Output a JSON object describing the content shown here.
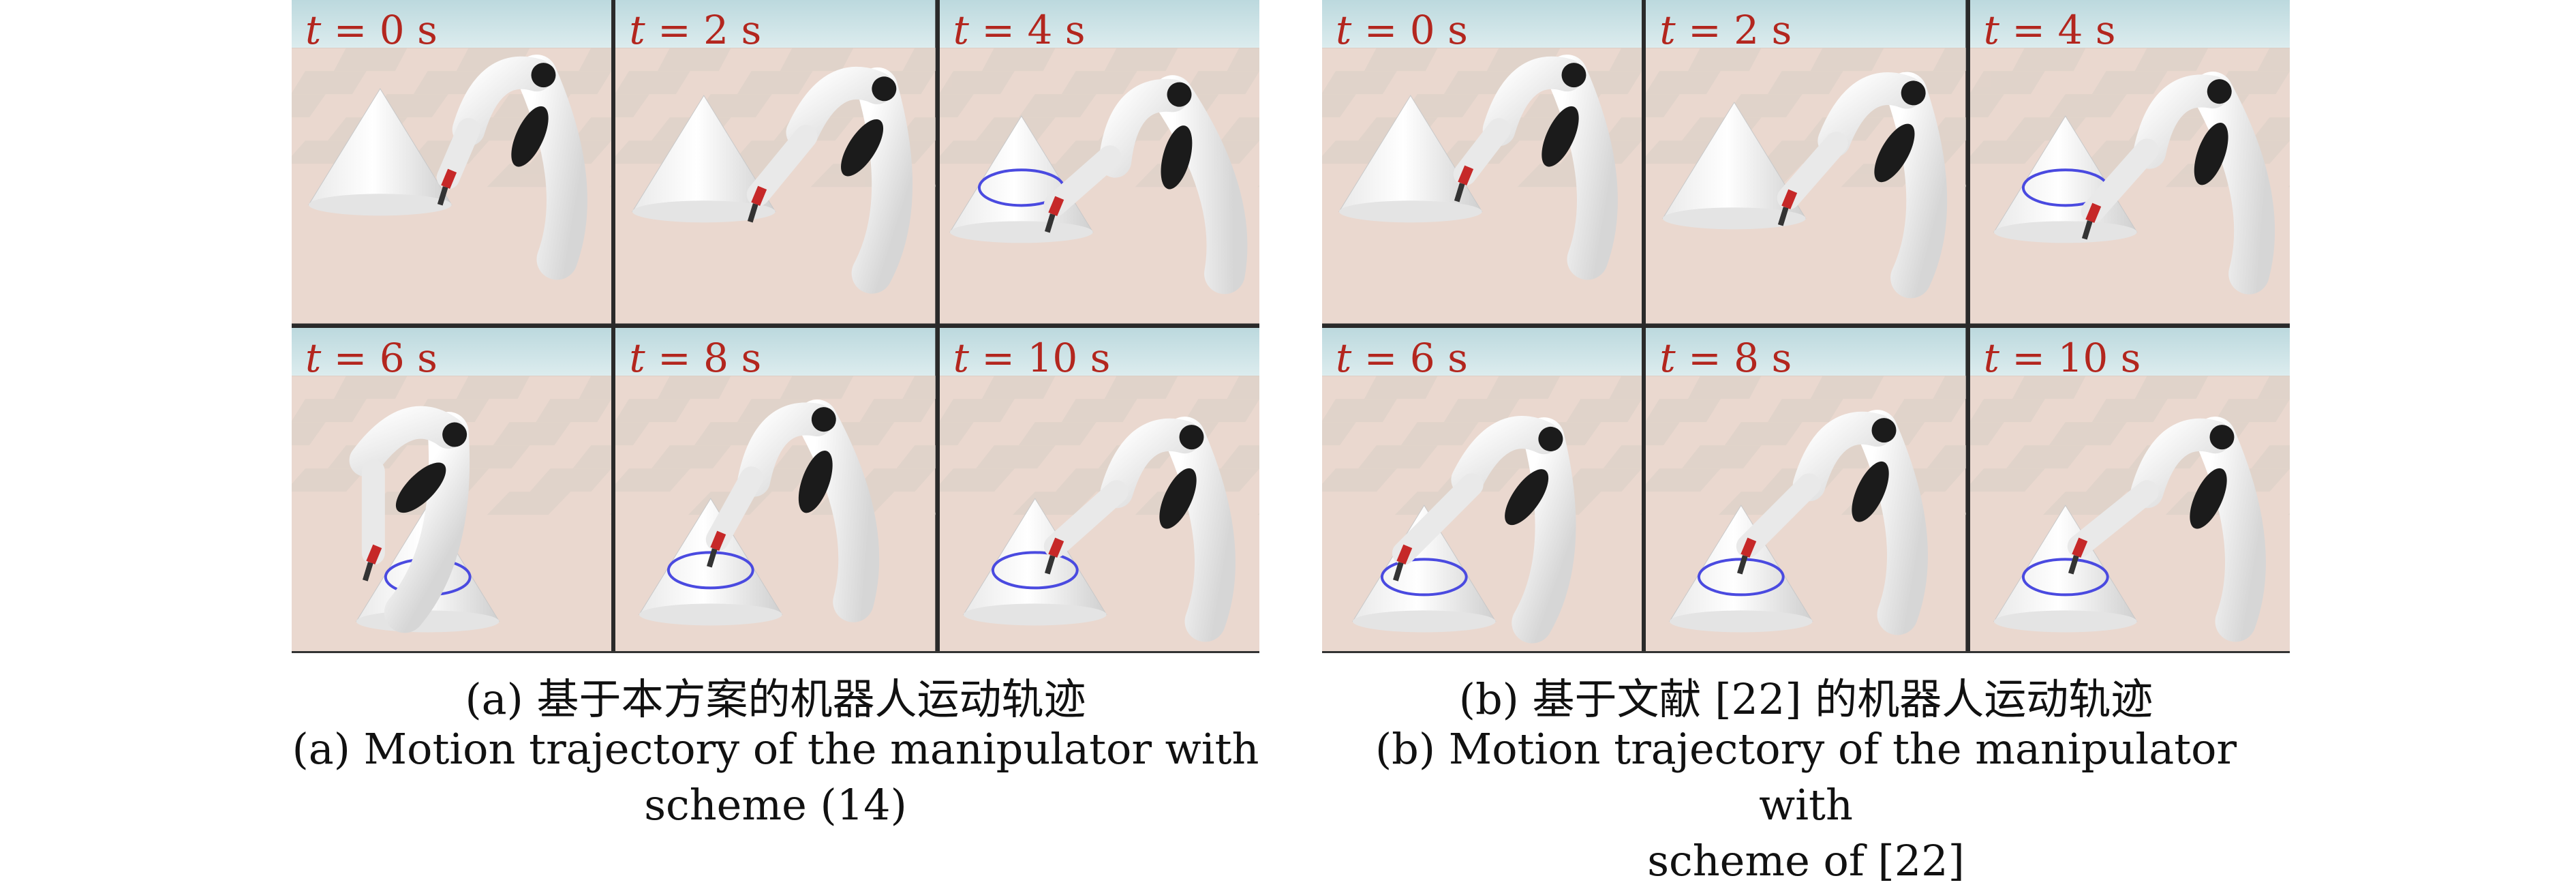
{
  "figures": [
    {
      "id": "a",
      "frames": [
        {
          "t_var": "t",
          "time": "= 0 s"
        },
        {
          "t_var": "t",
          "time": "= 2 s"
        },
        {
          "t_var": "t",
          "time": "= 4 s"
        },
        {
          "t_var": "t",
          "time": "= 6 s"
        },
        {
          "t_var": "t",
          "time": "= 8 s"
        },
        {
          "t_var": "t",
          "time": "= 10 s"
        }
      ],
      "caption_zh": "(a) 基于本方案的机器人运动轨迹",
      "caption_en_line1": "(a) Motion trajectory of the manipulator with",
      "caption_en_line2": "scheme (14)"
    },
    {
      "id": "b",
      "frames": [
        {
          "t_var": "t",
          "time": "= 0 s"
        },
        {
          "t_var": "t",
          "time": "= 2 s"
        },
        {
          "t_var": "t",
          "time": "= 4 s"
        },
        {
          "t_var": "t",
          "time": "= 6 s"
        },
        {
          "t_var": "t",
          "time": "= 8 s"
        },
        {
          "t_var": "t",
          "time": "= 10 s"
        }
      ],
      "caption_zh": "(b) 基于文献 [22] 的机器人运动轨迹",
      "caption_en_line1": "(b) Motion trajectory of the manipulator with",
      "caption_en_line2": "scheme of [22]"
    }
  ],
  "colors": {
    "label_red": "#b3261e",
    "sky": "#cfe3e6",
    "floor": "#ead8cf",
    "tile": "#d9cfc6",
    "robot_white": "#f2f2f2",
    "robot_black": "#1b1b1b",
    "trajectory_blue": "#4a4ae0"
  },
  "icons": [
    "robot-arm-icon",
    "cone-icon",
    "trajectory-circle-icon"
  ]
}
